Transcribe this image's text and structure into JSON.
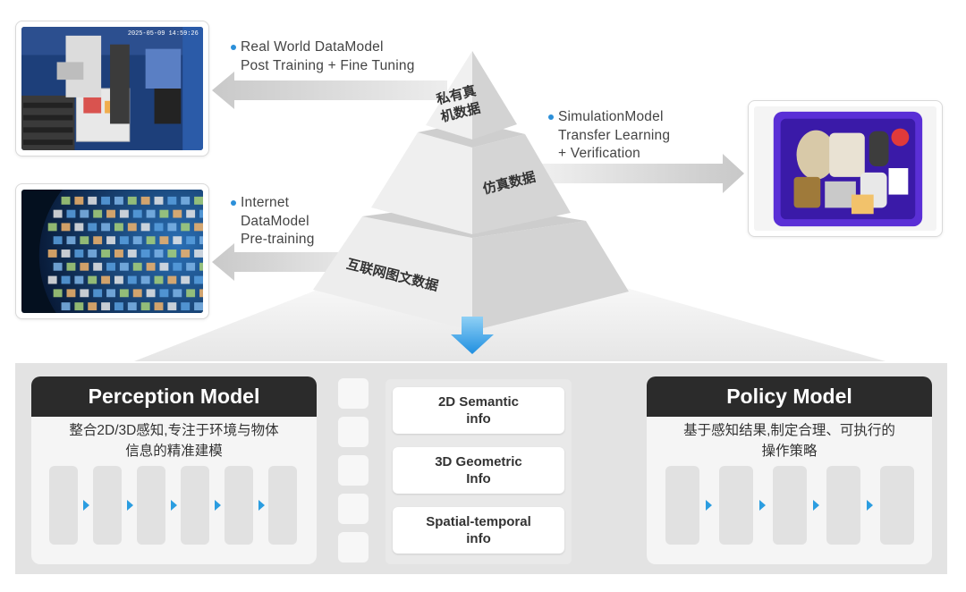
{
  "top_notes": {
    "real_world": {
      "lines": [
        "Real World DataModel",
        "Post Training + Fine Tuning"
      ]
    },
    "simulation": {
      "lines": [
        "SimulationModel",
        "Transfer Learning",
        "+ Verification"
      ]
    },
    "internet": {
      "lines": [
        "Internet",
        "DataModel",
        "Pre-training"
      ]
    }
  },
  "photo_timestamp": "2025-05-09 14:59:26",
  "pyramid": {
    "top": {
      "lines": [
        "私有真",
        "机数据"
      ]
    },
    "middle": {
      "lines": [
        "仿真数据"
      ]
    },
    "bottom": {
      "lines": [
        "互联网图文数据"
      ]
    }
  },
  "perception": {
    "title": "Perception Model",
    "desc": [
      "整合2D/3D感知,专注于环境与物体",
      "信息的精准建模"
    ]
  },
  "info_boxes": [
    {
      "lines": [
        "2D Semantic",
        "info"
      ]
    },
    {
      "lines": [
        "3D Geometric",
        "Info"
      ]
    },
    {
      "lines": [
        "Spatial-temporal",
        "info"
      ]
    }
  ],
  "policy": {
    "title": "Policy Model",
    "desc": [
      "基于感知结果,制定合理、可执行的",
      "操作策略"
    ]
  },
  "colors": {
    "accent": "#2b9de0",
    "dark_header": "#2b2b2b",
    "dot": "#2b8fd9"
  }
}
